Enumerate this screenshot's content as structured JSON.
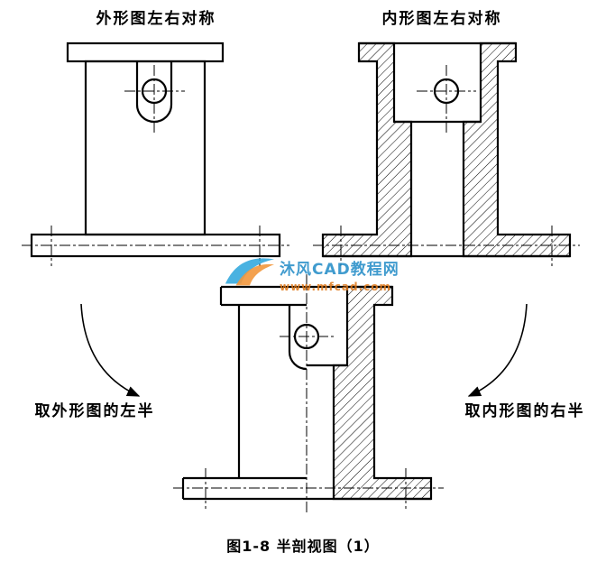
{
  "figure": {
    "top_left_label": "外形图左右对称",
    "top_right_label": "内形图左右对称",
    "take_left_label": "取外形图的左半",
    "take_right_label": "取内形图的右半",
    "caption": "图1-8 半剖视图（1）"
  },
  "watermark": {
    "site_name": "沐风CAD教程网",
    "site_url": "www.mfcad.com"
  },
  "colors": {
    "line": "#000000",
    "background": "#ffffff",
    "watermark_blue": "#1f8ac6",
    "watermark_orange": "#e07818"
  }
}
